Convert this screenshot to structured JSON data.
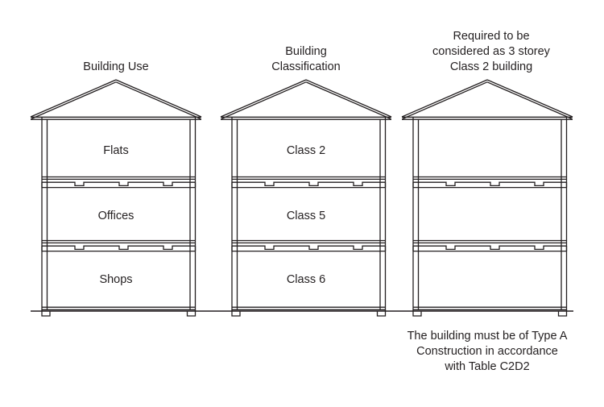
{
  "diagram": {
    "title_implicit": "Building use and classification diagram",
    "stroke_color": "#231f20",
    "background_color": "#ffffff",
    "buildings": [
      {
        "id": "building-use",
        "header": "Building Use",
        "storeys": [
          {
            "level": "top",
            "label": "Flats"
          },
          {
            "level": "middle",
            "label": "Offices"
          },
          {
            "level": "bottom",
            "label": "Shops"
          }
        ]
      },
      {
        "id": "building-classification",
        "header": "Building\nClassification",
        "storeys": [
          {
            "level": "top",
            "label": "Class 2"
          },
          {
            "level": "middle",
            "label": "Class 5"
          },
          {
            "level": "bottom",
            "label": "Class 6"
          }
        ]
      },
      {
        "id": "building-requirement",
        "header": "Required to be\nconsidered as 3 storey\nClass 2 building",
        "storeys": [
          {
            "level": "top",
            "label": ""
          },
          {
            "level": "middle",
            "label": ""
          },
          {
            "level": "bottom",
            "label": ""
          }
        ]
      }
    ],
    "footnote": "The building must be of Type A\nConstruction in accordance\nwith Table C2D2"
  }
}
